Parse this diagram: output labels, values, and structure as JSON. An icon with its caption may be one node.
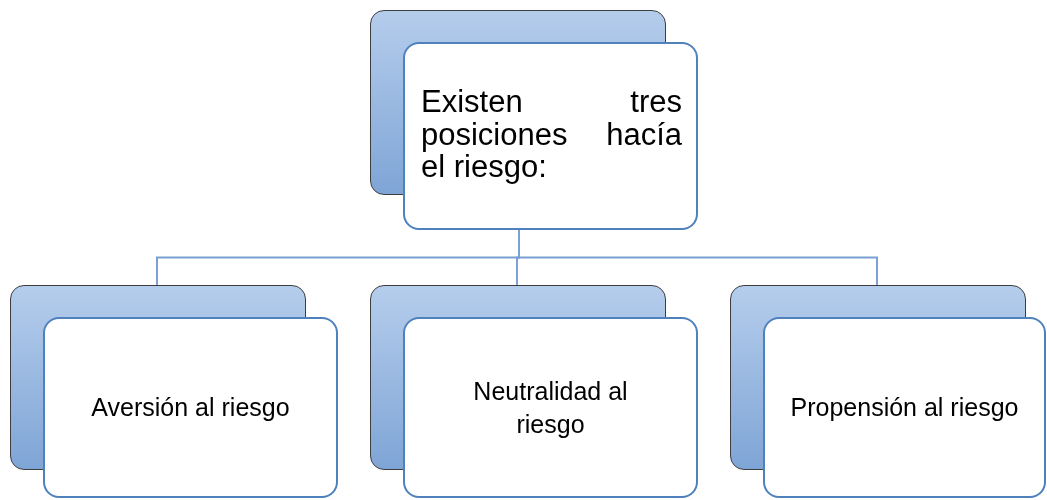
{
  "diagram": {
    "nodes": [
      {
        "text": [
          "Existen tres posiciones hacía el riesgo:"
        ]
      },
      {
        "text": [
          "Aversión al riesgo"
        ]
      },
      {
        "text": [
          "Neutralidad al riesgo"
        ]
      },
      {
        "text": [
          "Propensión al riesgo"
        ]
      }
    ],
    "edges": [
      {
        "from": 0,
        "to": 1,
        "arrow": "none"
      },
      {
        "from": 0,
        "to": 2,
        "arrow": "none"
      },
      {
        "from": 0,
        "to": 3,
        "arrow": "none"
      }
    ]
  }
}
